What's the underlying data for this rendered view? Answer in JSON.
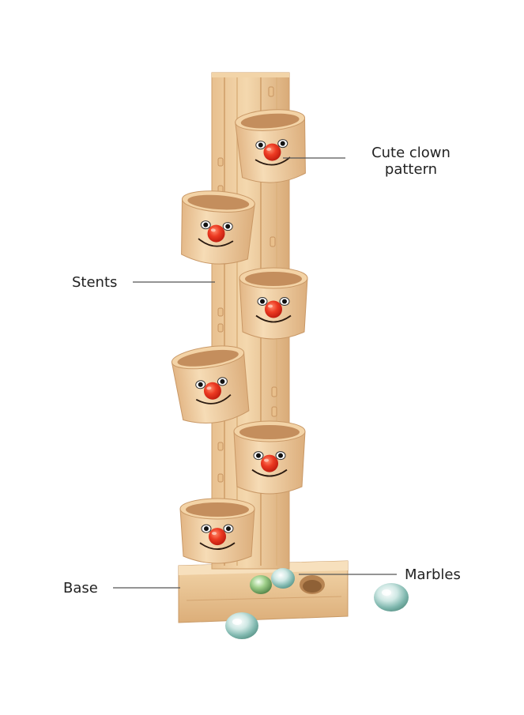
{
  "labels": {
    "clown": [
      "Cute clown",
      "pattern"
    ],
    "stents": "Stents",
    "base": "Base",
    "marbles": "Marbles"
  },
  "colors": {
    "background": "#ffffff",
    "wood_light": "#f1d2a6",
    "wood_mid": "#e3b786",
    "wood_dark": "#c99866",
    "clown_nose": "#e8321f",
    "label_text": "#222222",
    "leader_line": "#555555"
  }
}
